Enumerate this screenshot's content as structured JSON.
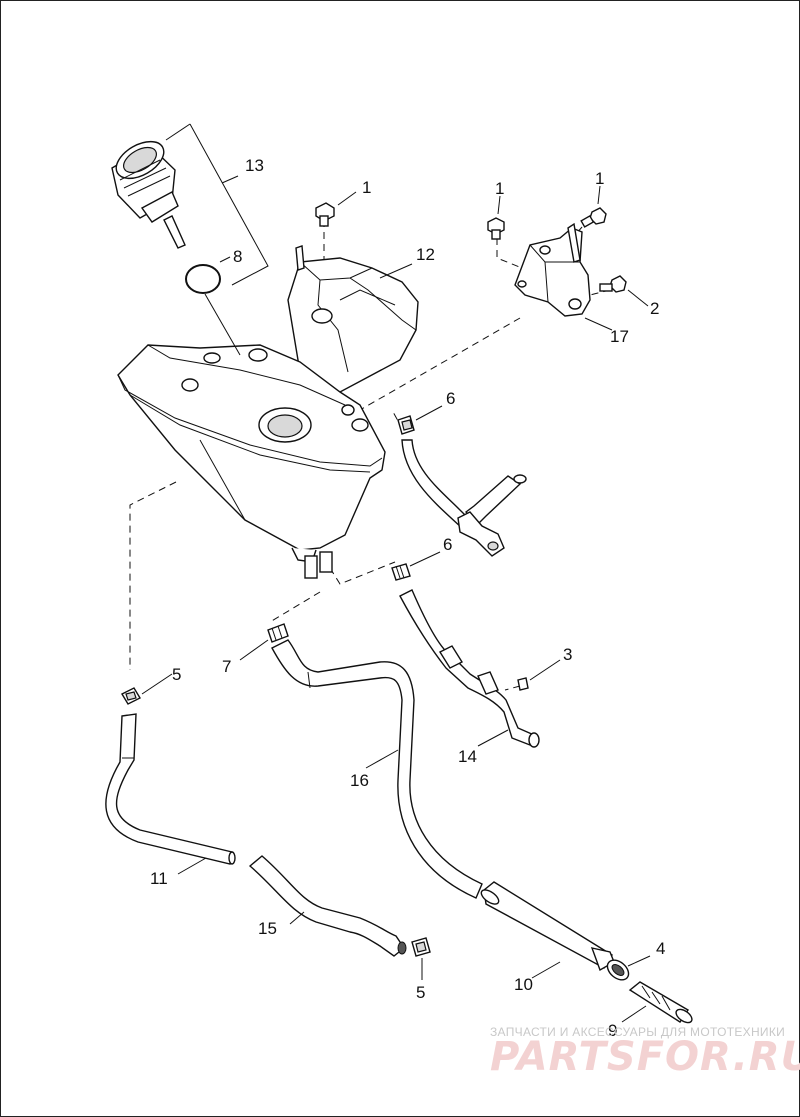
{
  "callouts": [
    {
      "id": "c-13",
      "text": "13"
    },
    {
      "id": "c-8",
      "text": "8"
    },
    {
      "id": "c-1a",
      "text": "1"
    },
    {
      "id": "c-12",
      "text": "12"
    },
    {
      "id": "c-1b",
      "text": "1"
    },
    {
      "id": "c-1c",
      "text": "1"
    },
    {
      "id": "c-2",
      "text": "2"
    },
    {
      "id": "c-17",
      "text": "17"
    },
    {
      "id": "c-6a",
      "text": "6"
    },
    {
      "id": "c-6b",
      "text": "6"
    },
    {
      "id": "c-7",
      "text": "7"
    },
    {
      "id": "c-5a",
      "text": "5"
    },
    {
      "id": "c-3",
      "text": "3"
    },
    {
      "id": "c-14",
      "text": "14"
    },
    {
      "id": "c-16",
      "text": "16"
    },
    {
      "id": "c-11",
      "text": "11"
    },
    {
      "id": "c-15",
      "text": "15"
    },
    {
      "id": "c-5b",
      "text": "5"
    },
    {
      "id": "c-4",
      "text": "4"
    },
    {
      "id": "c-10",
      "text": "10"
    },
    {
      "id": "c-9",
      "text": "9"
    }
  ],
  "watermark": {
    "tagline": "ЗАПЧАСТИ И АКСЕССУАРЫ ДЛЯ МОТОТЕХНИКИ",
    "brand": "PARTSFOR.RU"
  }
}
